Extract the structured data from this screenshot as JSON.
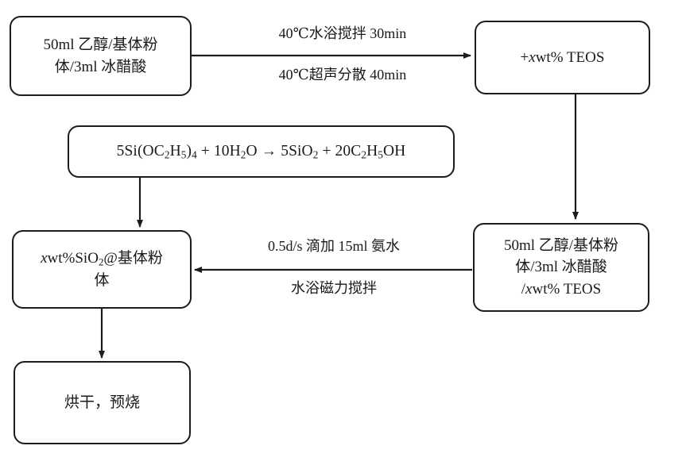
{
  "diagram": {
    "title": "SiO2 coating sol-gel preparation flowchart",
    "background_color": "#ffffff",
    "line_color": "#1c1c1c",
    "text_color": "#1a1a1a",
    "nodes": {
      "start_mixture": {
        "line1": "50ml 乙醇/基体粉",
        "line2": "体/3ml 冰醋酸"
      },
      "add_teos": {
        "prefix": "+",
        "variable": "x",
        "suffix": "wt% TEOS"
      },
      "reaction_equation": {
        "reactant1_coeff": "5",
        "reactant1": "Si(OC",
        "text": "5Si(OC2H5)4 + 10H2O → 5SiO2 + 20C2H5OH"
      },
      "teos_mixture": {
        "line1": "50ml 乙醇/基体粉",
        "line2": "体/3ml 冰醋酸",
        "line3_prefix": "/",
        "line3_variable": "x",
        "line3_suffix": "wt% TEOS"
      },
      "coated_powder": {
        "variable": "x",
        "part1": "wt%SiO",
        "sub": "2",
        "part2": "@基体粉",
        "line2": "体"
      },
      "drying": {
        "label": "烘干，预烧"
      }
    },
    "edges": [
      {
        "name": "start-to-teos",
        "label_above": "40℃水浴搅拌 30min",
        "label_below": "40℃超声分散 40min"
      },
      {
        "name": "teos-mixture-to-coated",
        "label_above": "0.5d/s 滴加 15ml 氨水",
        "label_below": "水浴磁力搅拌"
      }
    ]
  }
}
